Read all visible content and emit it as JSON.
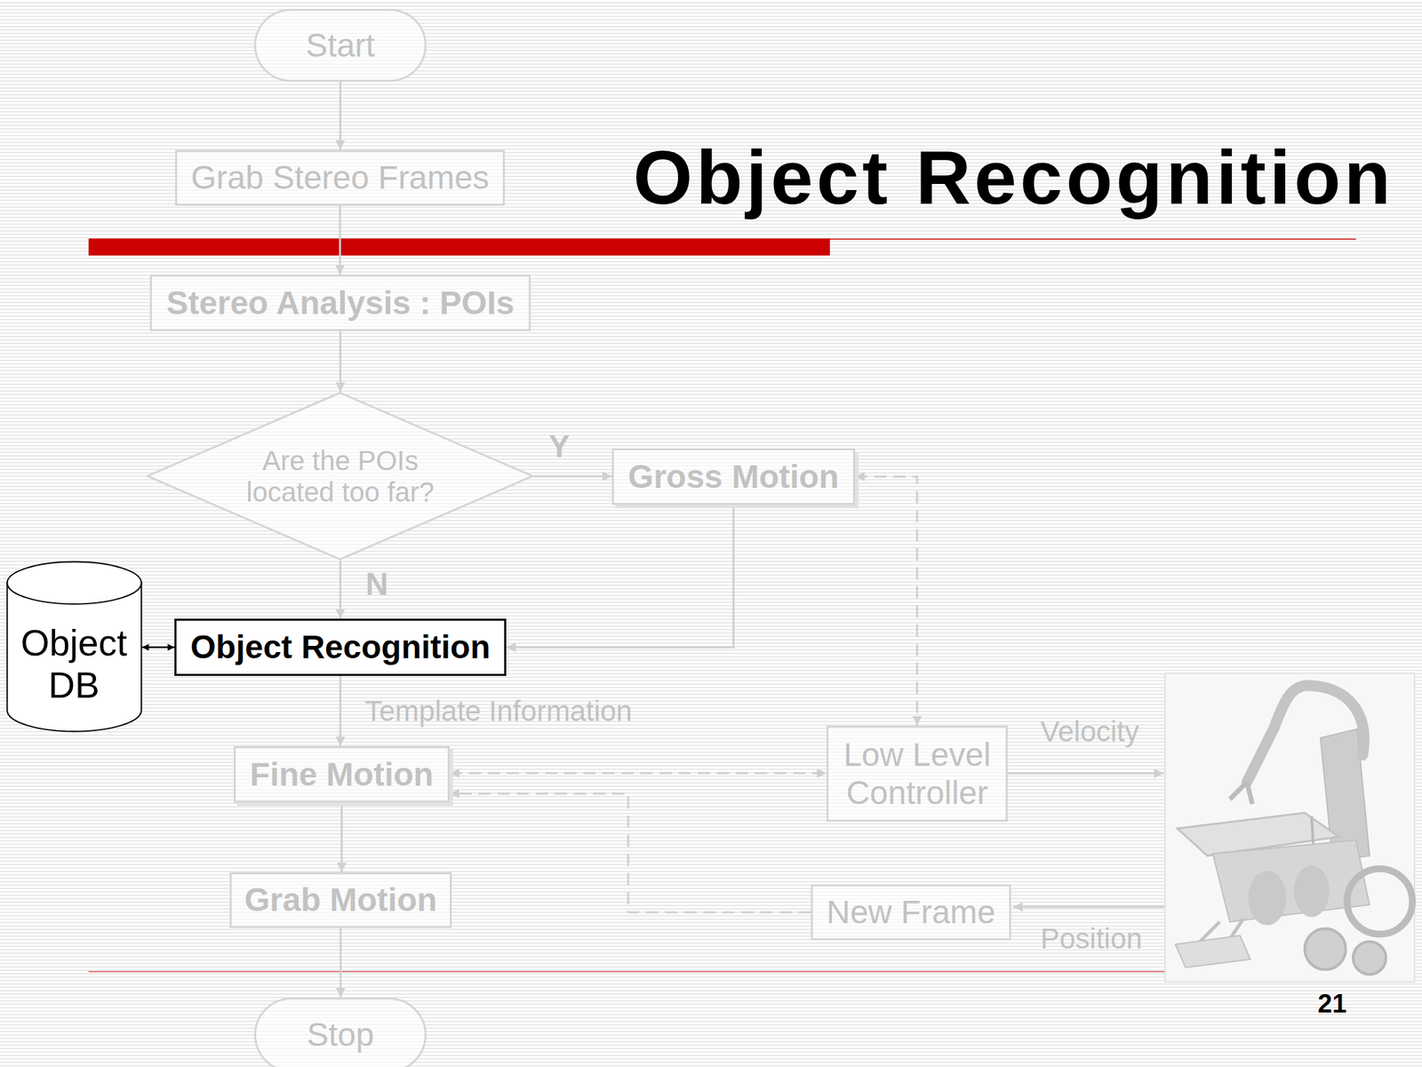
{
  "diagram": {
    "title": "Object Recognition",
    "nodes": [
      {
        "text": [
          "Start"
        ]
      },
      {
        "text": [
          "Grab Stereo Frames"
        ]
      },
      {
        "text": [
          "Stereo Analysis : POIs"
        ]
      },
      {
        "text": [
          "Are the POIs located too far?"
        ]
      },
      {
        "text": [
          "Gross Motion"
        ]
      },
      {
        "text": [
          "Object DB"
        ]
      },
      {
        "text": [
          "Object Recognition"
        ]
      },
      {
        "text": [
          "Low Level Controller"
        ]
      },
      {
        "text": [
          "Fine Motion"
        ]
      },
      {
        "text": [
          "Grab Motion"
        ]
      },
      {
        "text": [
          "New Frame"
        ]
      },
      {
        "text": [
          "Stop"
        ]
      }
    ],
    "edges": [
      {
        "from": 0,
        "to": 1,
        "arrow": "to"
      },
      {
        "from": 1,
        "to": 2,
        "arrow": "to"
      },
      {
        "from": 2,
        "to": 3,
        "arrow": "to"
      },
      {
        "from": 3,
        "to": 4,
        "label": "Y",
        "arrow": "to"
      },
      {
        "from": 3,
        "to": 6,
        "label": "N",
        "arrow": "to"
      },
      {
        "from": 4,
        "to": 6,
        "arrow": "to"
      },
      {
        "from": 5,
        "to": 6,
        "arrow": "both"
      },
      {
        "from": 6,
        "to": 8,
        "label": "Template Information",
        "arrow": "to"
      },
      {
        "from": 8,
        "to": 9,
        "arrow": "to"
      },
      {
        "from": 9,
        "to": 11,
        "arrow": "to"
      },
      {
        "from": 4,
        "to": 7,
        "arrow": "both"
      },
      {
        "from": 8,
        "to": 7,
        "arrow": "both"
      },
      {
        "from": 10,
        "to": 8,
        "arrow": "to"
      }
    ],
    "labels": [
      "Velocity",
      "Position",
      "21"
    ]
  }
}
